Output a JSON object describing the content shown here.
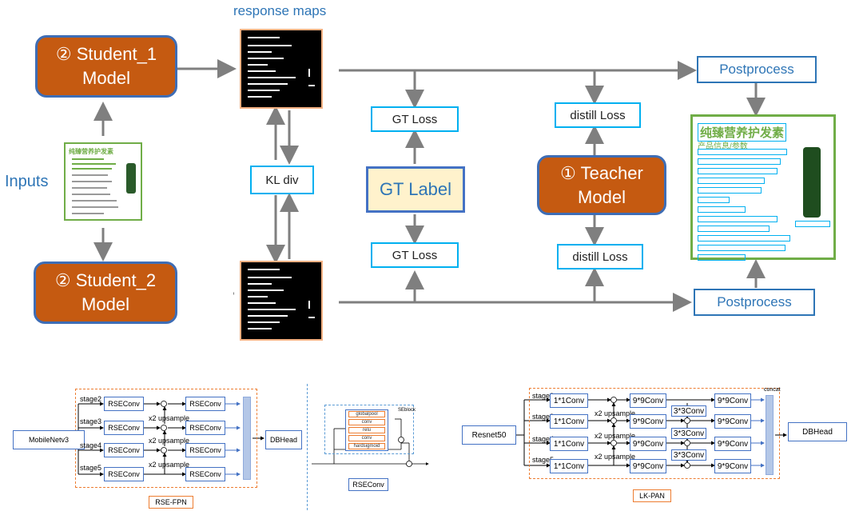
{
  "top": {
    "response_maps_label": "response maps",
    "inputs_label": "Inputs",
    "student1_label": "② Student_1\nModel",
    "student2_label": "② Student_2\nModel",
    "teacher_label": "① Teacher\nModel",
    "kl_div_label": "KL div",
    "gt_loss_top": "GT Loss",
    "gt_loss_bottom": "GT Loss",
    "gt_label": "GT Label",
    "distill_loss_top": "distill Loss",
    "distill_loss_bottom": "distill Loss",
    "postprocess_top": "Postprocess",
    "postprocess_bottom": "Postprocess",
    "product_title": "纯臻营养护发素",
    "product_subtitle": "产品信息/参数",
    "product_small_title": "纯臻营养护发素"
  },
  "rse_fpn": {
    "input_label": "MobileNetv3",
    "stages": [
      "stage2",
      "stage3",
      "stage4",
      "stage5"
    ],
    "conv_label": "RSEConv",
    "upsample_label": "x2 upsample",
    "head_label": "DBHead",
    "caption": "RSE-FPN"
  },
  "rseconv": {
    "block_label": "SEblock",
    "layers": [
      "globalpool",
      "conv",
      "relu",
      "conv",
      "hardsigmoid"
    ],
    "caption": "RSEConv"
  },
  "lk_pan": {
    "input_label": "Resnet50",
    "stages": [
      "stage2",
      "stage3",
      "stage4",
      "stage5"
    ],
    "conv1_label": "1*1Conv",
    "conv9_label": "9*9Conv",
    "conv3_label": "3*3Conv",
    "upsample_label": "x2 upsample",
    "concat_label": "concat",
    "head_label": "DBHead",
    "caption": "LK-PAN"
  },
  "colors": {
    "model_fill": "#c55a11",
    "model_border": "#3e6db5",
    "loss_border": "#00b0f0",
    "postprocess_border": "#2e75b6",
    "gt_label_fill": "#fff2cc",
    "arrow": "#7f7f7f",
    "dashed_frame": "#ed7d31"
  }
}
